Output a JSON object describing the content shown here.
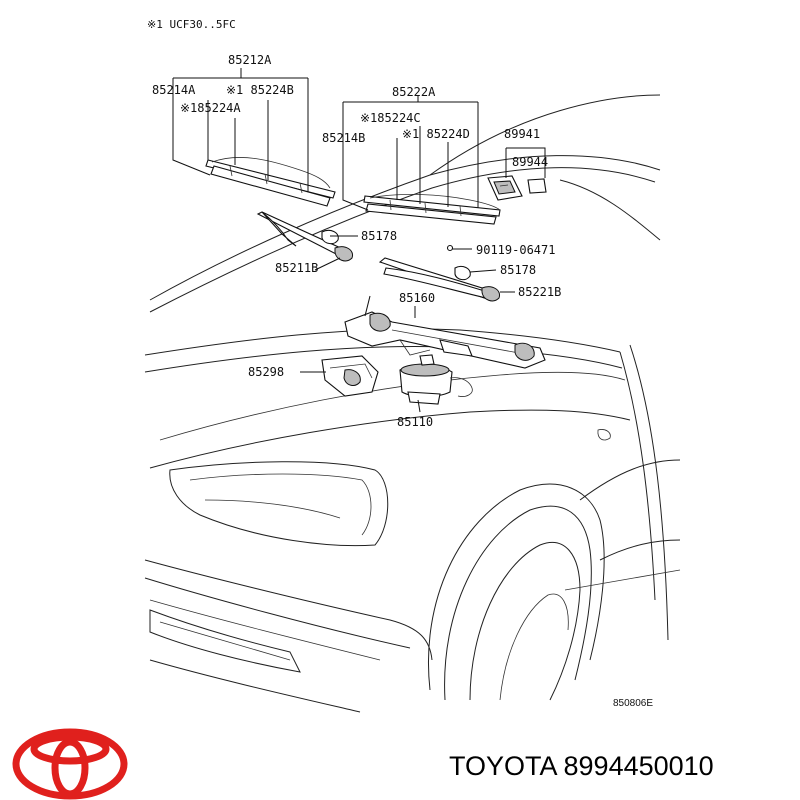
{
  "diagram": {
    "note": "※1 UCF30..5FC",
    "labels": {
      "p85212A": "85212A",
      "p85214A": "85214A",
      "p85224B": "※1 85224B",
      "p85224A": "※185224A",
      "p85222A": "85222A",
      "p85224C": "※185224C",
      "p85214B": "85214B",
      "p85224D": "※1 85224D",
      "p89941": "89941",
      "p89944": "89944",
      "p85178a": "85178",
      "p90119": "90119-06471",
      "p85211B": "85211B",
      "p85178b": "85178",
      "p85160": "85160",
      "p85221B": "85221B",
      "p85298": "85298",
      "p85110": "85110"
    },
    "code": "850806E"
  },
  "footer": {
    "brand_text": "TOYOTA 8994450010",
    "logo_color": "#e0201d"
  }
}
